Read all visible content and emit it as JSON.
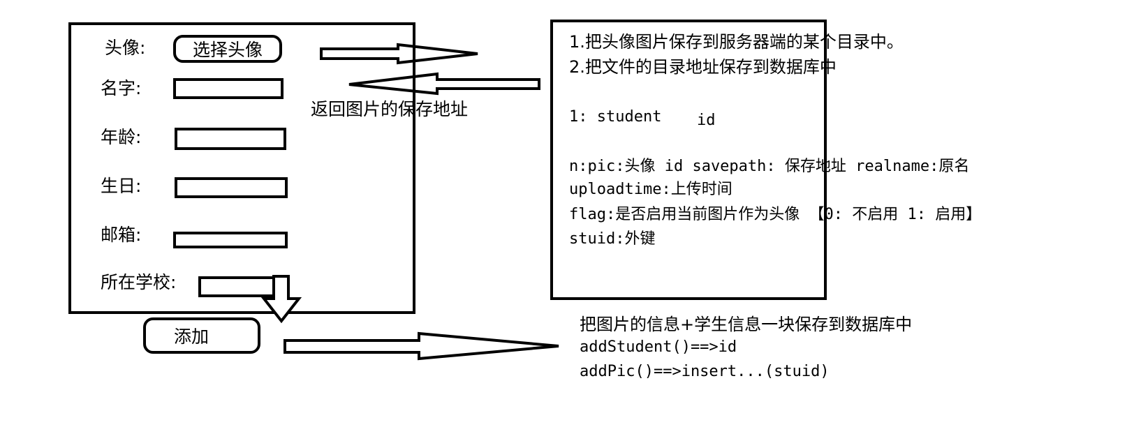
{
  "form": {
    "avatar_label": "头像:",
    "avatar_button": "选择头像",
    "name_label": "名字:",
    "age_label": "年龄:",
    "birthday_label": "生日:",
    "email_label": "邮箱:",
    "school_label": "所在学校:",
    "add_button": "添加"
  },
  "return_text": "返回图片的保存地址",
  "server_notes": {
    "line1": "1.把头像图片保存到服务器端的某个目录中。",
    "line2": "2.把文件的目录地址保存到数据库中",
    "student_table": "1: student",
    "student_id": "id",
    "pic_line": "n:pic:头像 id savepath: 保存地址 realname:原名",
    "uploadtime_line": "uploadtime:上传时间",
    "flag_line": "flag:是否启用当前图片作为头像 【0: 不启用 1: 启用】",
    "stuid_line": "stuid:外键"
  },
  "save_notes": {
    "line1": "把图片的信息+学生信息一块保存到数据库中",
    "line2": "addStudent()==>id",
    "line3": "addPic()==>insert...(stuid)"
  }
}
